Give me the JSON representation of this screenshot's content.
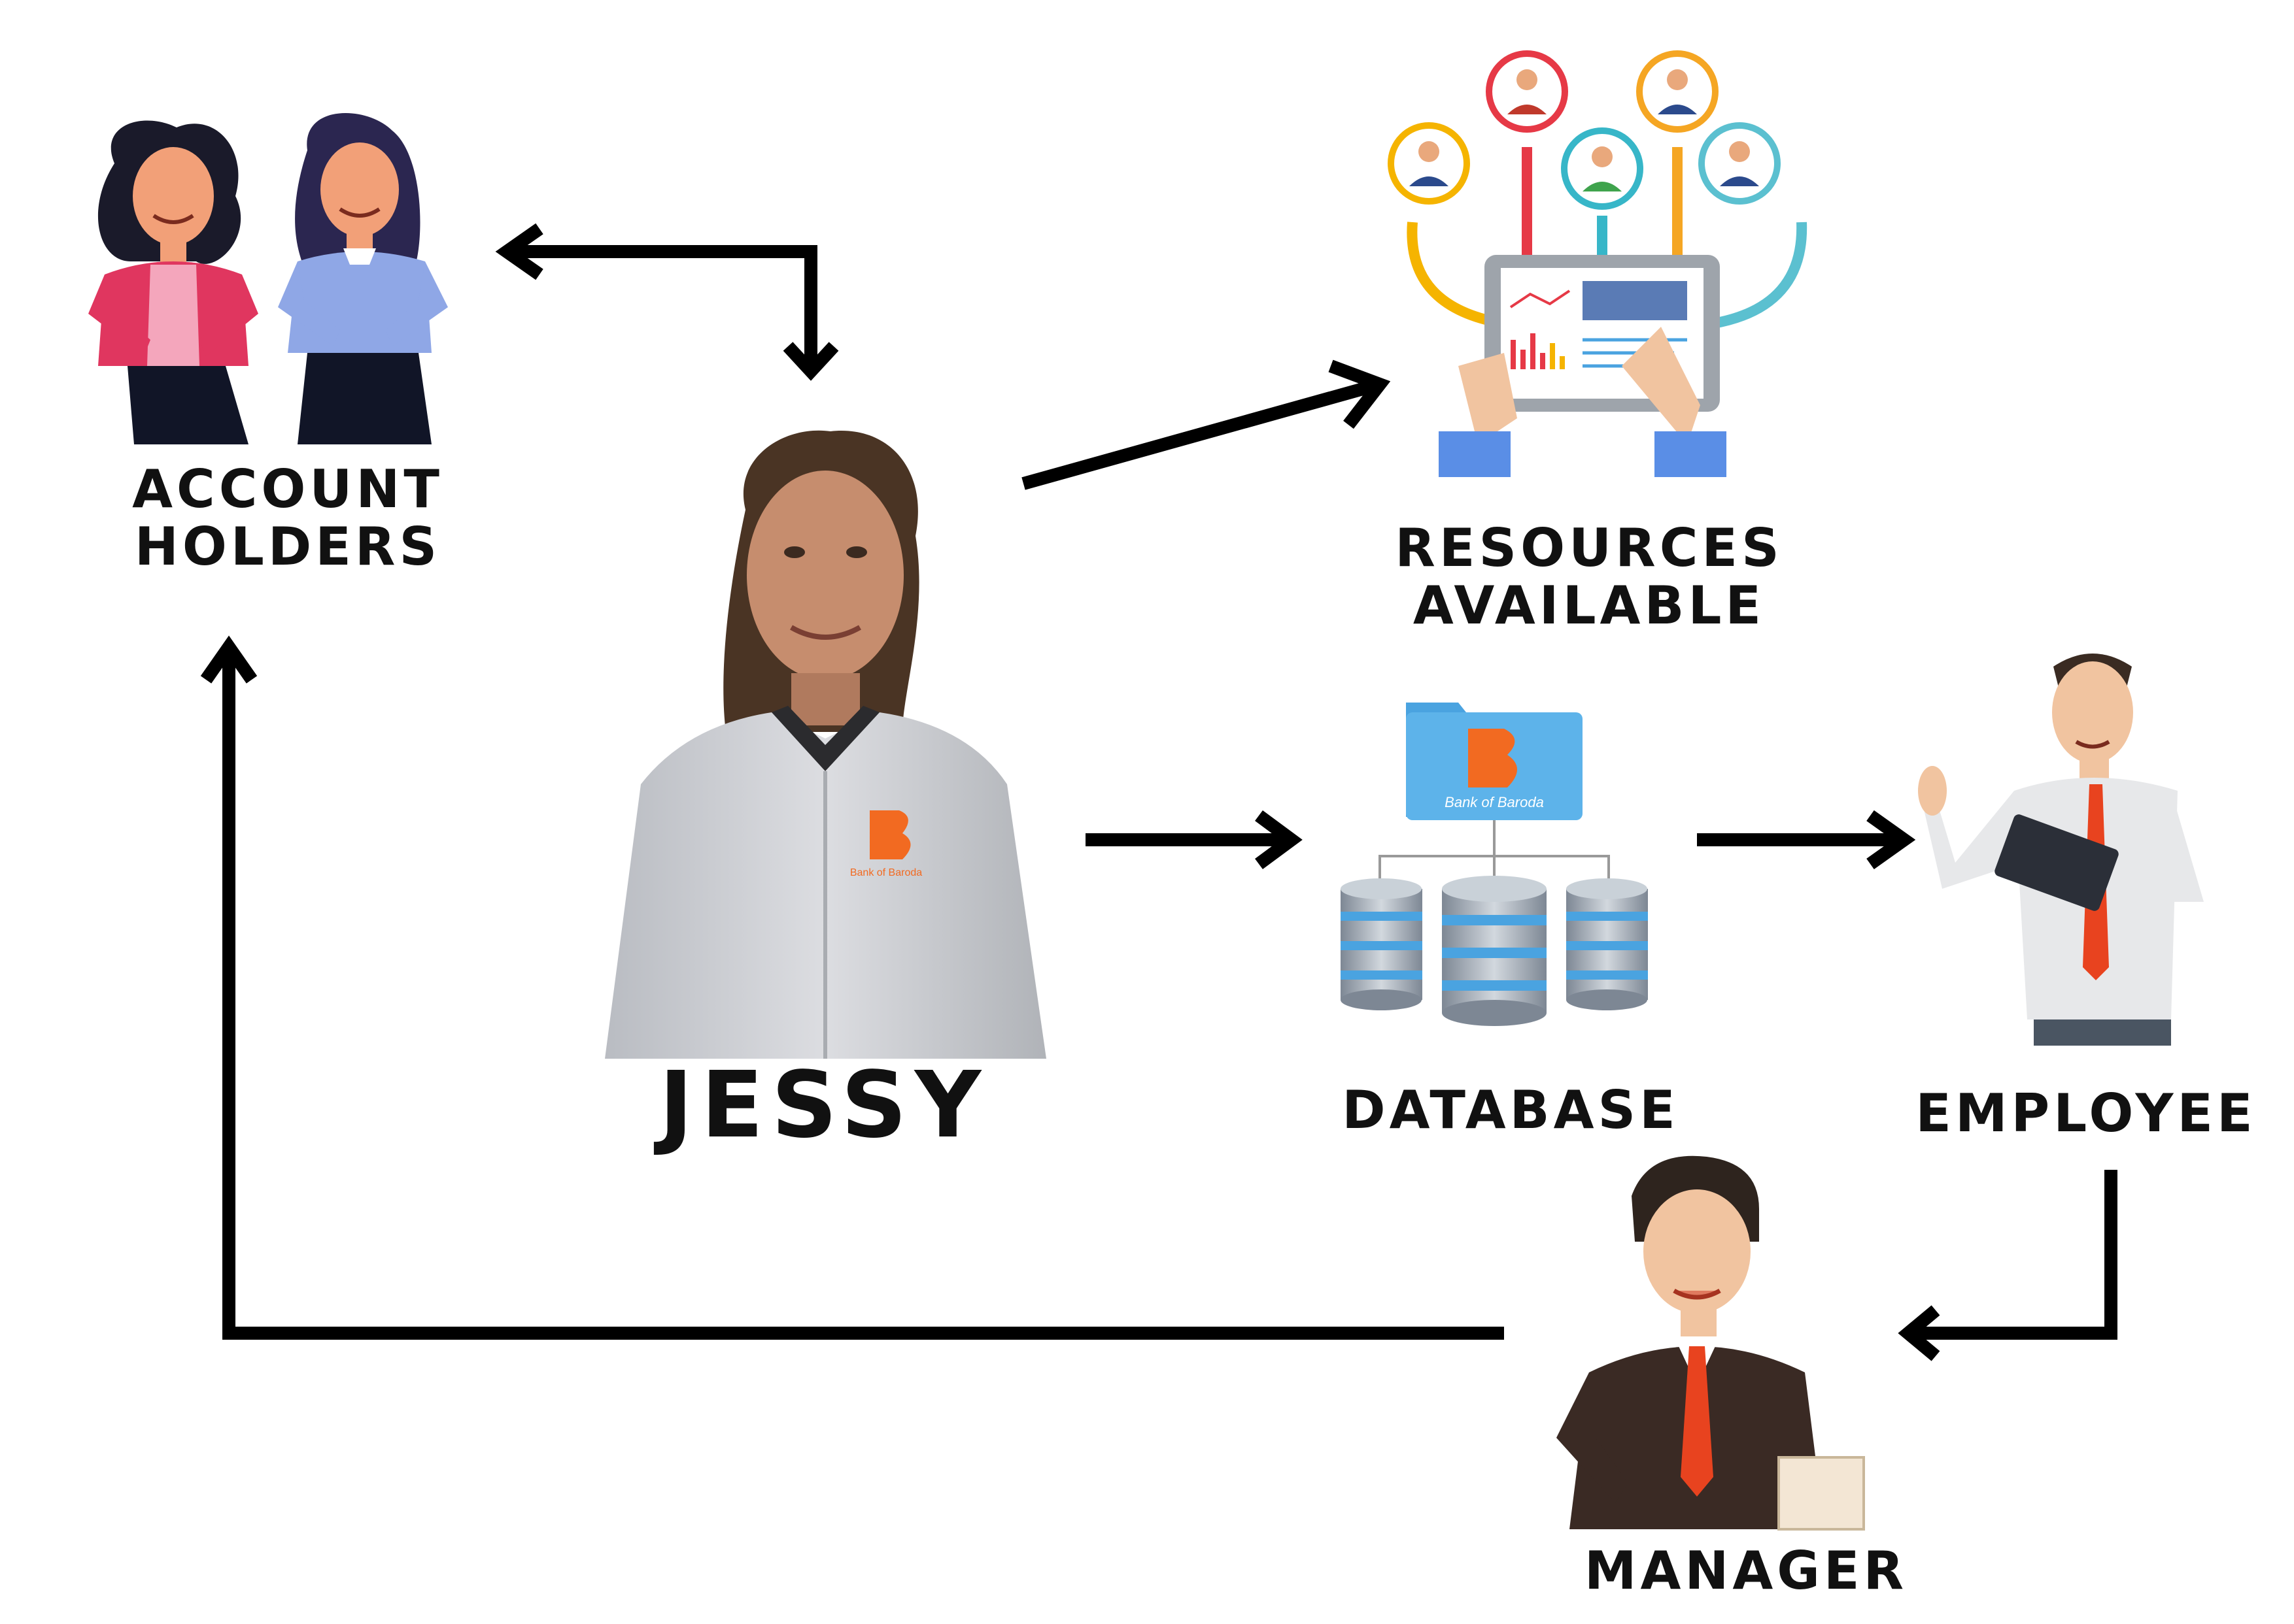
{
  "nodes": {
    "account_holders": {
      "line1": "ACCOUNT",
      "line2": "HOLDERS"
    },
    "resources": {
      "line1": "RESOURCES",
      "line2": "AVAILABLE"
    },
    "jessy": {
      "name": "JESSY",
      "shirt_logo_text": "Bank of Baroda"
    },
    "database": {
      "name": "DATABASE",
      "folder_logo_text": "Bank of Baroda"
    },
    "employee": {
      "name": "EMPLOYEE"
    },
    "manager": {
      "name": "MANAGER"
    }
  },
  "colors": {
    "arrow": "#000000",
    "bank_orange": "#f26a21",
    "folder_blue": "#4aa3e0",
    "resource_ring_colors": [
      "#f5b400",
      "#e63946",
      "#37b6c8",
      "#f5a623",
      "#5bc0d0"
    ],
    "woman1_top": "#e0365f",
    "woman2_top": "#8fa7e6",
    "manager_suit": "#3a2a24",
    "tie": "#e8431f"
  }
}
